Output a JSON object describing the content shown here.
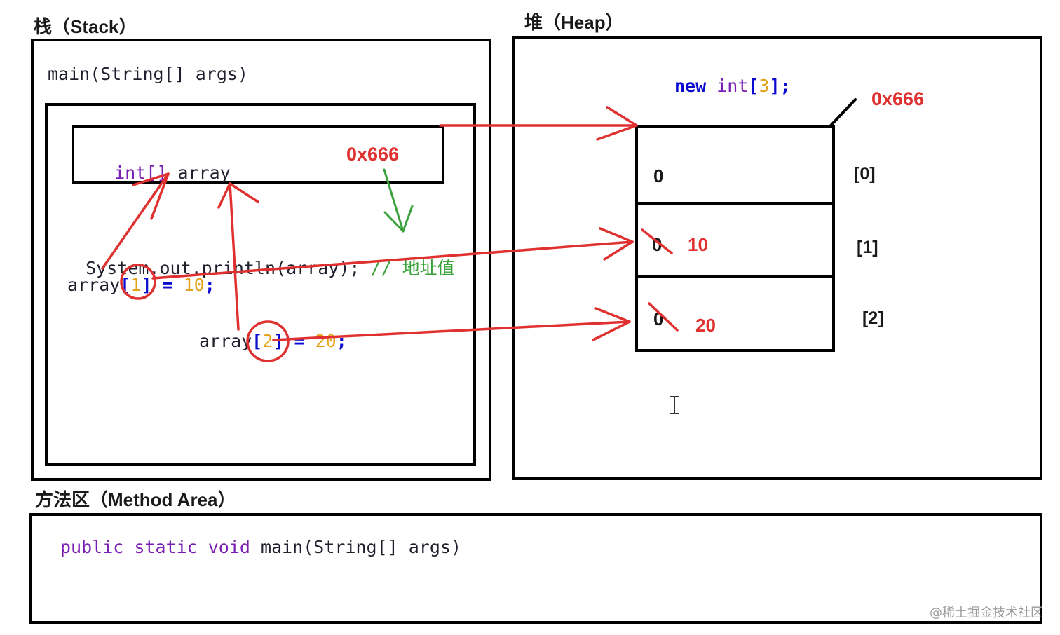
{
  "stack": {
    "title": "栈（Stack）",
    "frame_method": "main(String[] args)",
    "var_type": "int[]",
    "var_name": "array",
    "var_address": "0x666",
    "code": {
      "print_pre": "System.out.println(array);",
      "print_comment": "// 地址值",
      "line1_var": "array",
      "line1_open": "[",
      "line1_index": "1",
      "line1_close": "]",
      "line1_eq": " = ",
      "line1_value": "10",
      "line1_semi": ";",
      "line2_var": "array",
      "line2_open": "[",
      "line2_index": "2",
      "line2_close": "]",
      "line2_eq": " = ",
      "line2_value": "20",
      "line2_semi": ";"
    }
  },
  "heap": {
    "title": "堆（Heap）",
    "new_kw": "new",
    "new_type": "int",
    "new_open": "[",
    "new_size": "3",
    "new_close": "];",
    "address": "0x666",
    "cells": [
      {
        "old": "0",
        "new": "",
        "index": "[0]"
      },
      {
        "old": "0",
        "new": "10",
        "index": "[1]"
      },
      {
        "old": "0",
        "new": "20",
        "index": "[2]"
      }
    ]
  },
  "method_area": {
    "title": "方法区（Method Area）",
    "kw_public": "public",
    "kw_static": "static",
    "kw_void": "void",
    "signature": "main(String[] args)"
  },
  "watermark": "@稀土掘金技术社区",
  "colors": {
    "arrow_red": "#e03131",
    "arrow_green": "#3aa23a",
    "keyword_purple": "#7a1fb3",
    "keyword_blue": "#0b0bd0",
    "number_orange": "#e3a21a"
  }
}
